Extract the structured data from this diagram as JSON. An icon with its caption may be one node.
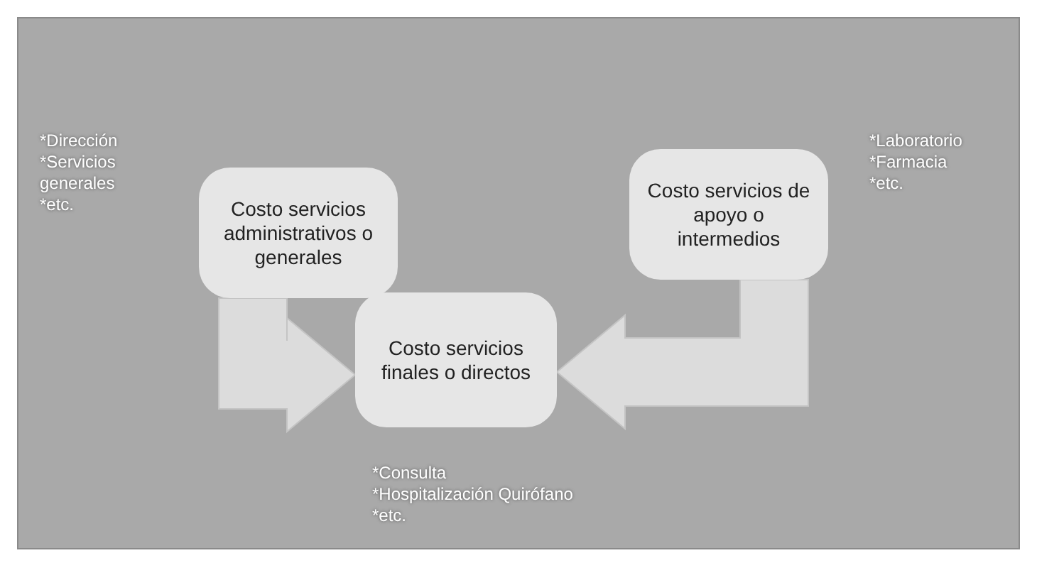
{
  "diagram": {
    "nodes": [
      {
        "text": [
          "Costo servicios administrativos o generales"
        ],
        "beside": [
          "*Dirección",
          "*Servicios generales",
          "*etc."
        ]
      },
      {
        "text": [
          "Costo servicios de apoyo o intermedios"
        ],
        "beside": [
          "*Laboratorio",
          "*Farmacia",
          "*etc."
        ]
      },
      {
        "text": [
          "Costo servicios finales o directos"
        ],
        "beside": [
          "*Consulta",
          "*Hospitalización Quirófano",
          "*etc."
        ]
      }
    ],
    "edges": [
      {
        "from": 0,
        "to": 2,
        "arrow": "to",
        "style": "thick"
      },
      {
        "from": 1,
        "to": 2,
        "arrow": "to",
        "style": "thick"
      }
    ]
  }
}
